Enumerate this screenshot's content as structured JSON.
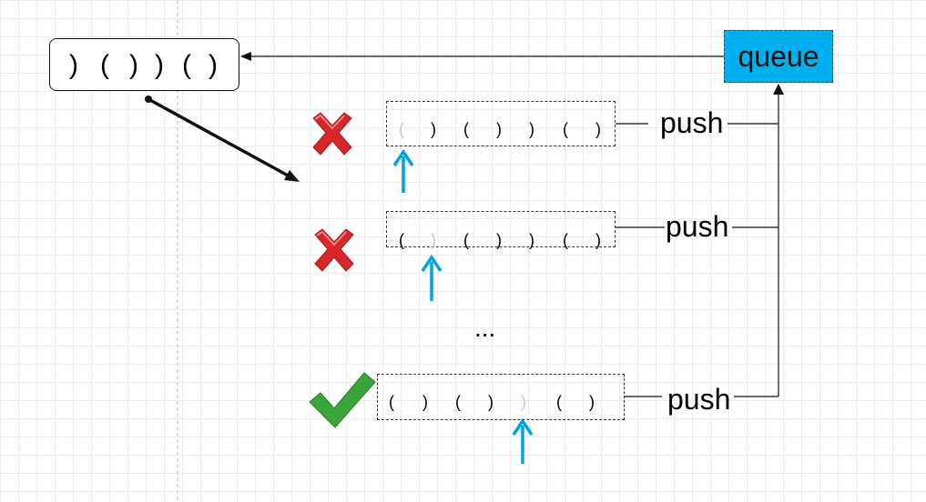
{
  "queue_label": "queue",
  "push_label": "push",
  "ellipsis": "...",
  "input_string": [
    ")",
    "(",
    ")",
    ")",
    "(",
    ")"
  ],
  "row1": [
    "(",
    ")",
    "(",
    ")",
    ")",
    "(",
    ")"
  ],
  "row2": [
    "(",
    ")",
    "(",
    ")",
    ")",
    "(",
    ")"
  ],
  "row3": [
    "(",
    ")",
    "(",
    ")",
    ")",
    "(",
    ")"
  ],
  "row_status": [
    "removed",
    "removed",
    "valid"
  ],
  "icons": {
    "cross": "cross-mark-icon",
    "check": "check-mark-icon",
    "arrow": "up-arrow-icon"
  },
  "colors": {
    "queue": "#00b0ee",
    "pointer": "#00a3e0",
    "cross": "#d9262a",
    "check": "#3aa53a",
    "removed_char": "#c8c8c8"
  }
}
